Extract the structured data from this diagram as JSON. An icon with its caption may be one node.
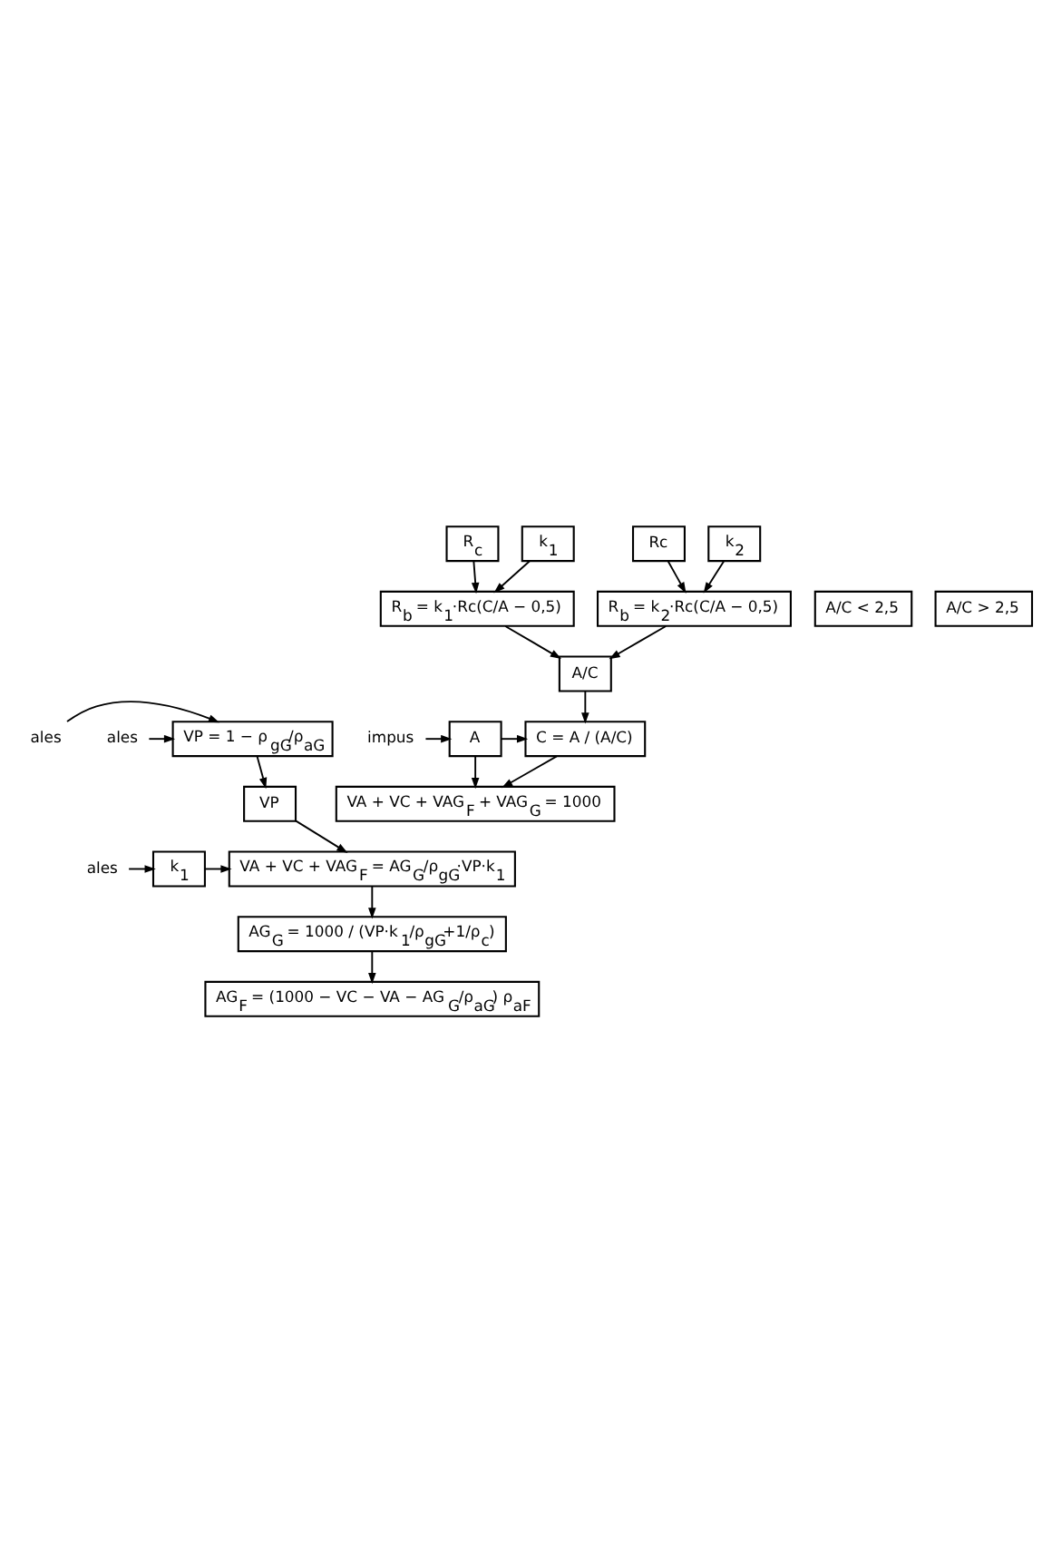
{
  "diagram": {
    "nodes": [
      {
        "text": [
          "R$_{c}$"
        ]
      },
      {
        "text": [
          "k$_{1}$"
        ]
      },
      {
        "text": [
          "A/C"
        ]
      },
      {
        "text": [
          "R$_{b}$ = k$_{1}$·Rc(C/A − 0,5)"
        ]
      },
      {
        "text": [
          "A/C < 2,5"
        ]
      },
      {
        "text": [
          "R$_{b}$ = k$_{2}$·Rc(C/A − 0,5)"
        ]
      },
      {
        "text": [
          "A/C > 2,5"
        ]
      },
      {
        "text": [
          "Rc"
        ]
      },
      {
        "text": [
          "k$_{2}$"
        ]
      },
      {
        "text": [
          "C = A / (A/C)"
        ]
      },
      {
        "text": [
          "A"
        ]
      },
      {
        "text": [
          "impus"
        ]
      },
      {
        "text": [
          "VA + VC + VAG$_{F}$ + VAG$_{G}$ = 1000"
        ]
      },
      {
        "text": [
          "VA + VC + VAG$_{F}$ = AG$_{G}$/ρ$_{gG}$·VP·k$_{1}$"
        ]
      },
      {
        "text": [
          "k$_{1}$"
        ]
      },
      {
        "text": [
          "ales"
        ]
      },
      {
        "text": [
          "VP"
        ]
      },
      {
        "text": [
          "AG$_{G}$ = 1000 / (VP·k$_{1}$/ρ$_{gG}$+1/ρ$_{c}$)"
        ]
      },
      {
        "text": [
          "VP = 1 − ρ$_{gG}$/ρ$_{aG}$"
        ]
      },
      {
        "text": [
          "ales"
        ]
      },
      {
        "text": [
          "ales"
        ]
      },
      {
        "text": [
          "AG$_{F}$ = (1000 − VC − VA − AG$_{G}$/ρ$_{aG}$) ρ$_{aF}$"
        ]
      }
    ],
    "edges": [
      {
        "from": 0,
        "to": 3,
        "arrow": "to"
      },
      {
        "from": 1,
        "to": 3,
        "arrow": "to"
      },
      {
        "from": 3,
        "to": 2,
        "arrow": "to"
      },
      {
        "from": 5,
        "to": 2,
        "arrow": "to"
      },
      {
        "from": 7,
        "to": 5,
        "arrow": "to"
      },
      {
        "from": 8,
        "to": 5,
        "arrow": "to"
      },
      {
        "from": 2,
        "to": 9,
        "arrow": "to"
      },
      {
        "from": 10,
        "to": 9,
        "arrow": "to"
      },
      {
        "from": 11,
        "to": 10,
        "arrow": "to"
      },
      {
        "from": 9,
        "to": 12,
        "arrow": "to"
      },
      {
        "from": 10,
        "to": 12,
        "arrow": "to"
      },
      {
        "from": 14,
        "to": 13,
        "arrow": "to"
      },
      {
        "from": 15,
        "to": 14,
        "arrow": "to"
      },
      {
        "from": 16,
        "to": 13,
        "arrow": "to"
      },
      {
        "from": 18,
        "to": 16,
        "arrow": "to"
      },
      {
        "from": 19,
        "to": 18,
        "arrow": "to"
      },
      {
        "from": 20,
        "to": 18,
        "arrow": "to"
      },
      {
        "from": 13,
        "to": 17,
        "arrow": "to"
      },
      {
        "from": 17,
        "to": 21,
        "arrow": "to"
      }
    ]
  }
}
